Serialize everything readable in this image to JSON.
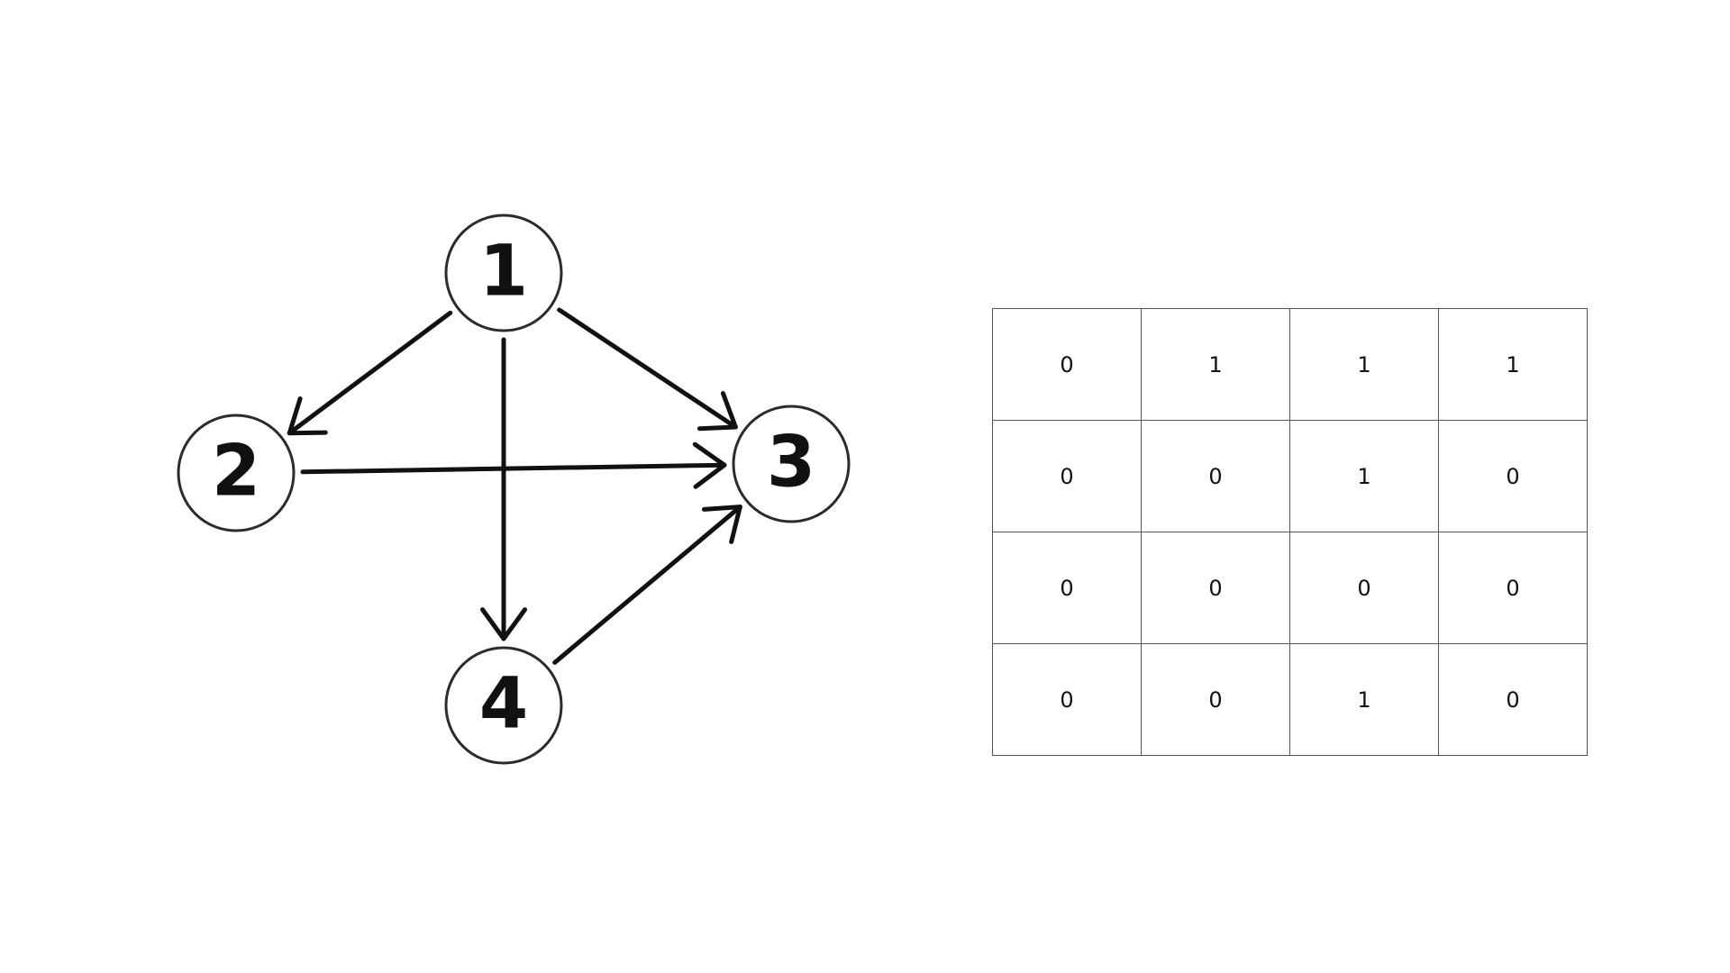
{
  "graph": {
    "nodes": [
      {
        "id": "1",
        "label": "1"
      },
      {
        "id": "2",
        "label": "2"
      },
      {
        "id": "3",
        "label": "3"
      },
      {
        "id": "4",
        "label": "4"
      }
    ],
    "edges": [
      {
        "from": "1",
        "to": "2"
      },
      {
        "from": "1",
        "to": "3"
      },
      {
        "from": "1",
        "to": "4"
      },
      {
        "from": "2",
        "to": "3"
      },
      {
        "from": "4",
        "to": "3"
      }
    ]
  },
  "matrix": {
    "rows": [
      [
        "0",
        "1",
        "1",
        "1"
      ],
      [
        "0",
        "0",
        "1",
        "0"
      ],
      [
        "0",
        "0",
        "0",
        "0"
      ],
      [
        "0",
        "0",
        "1",
        "0"
      ]
    ]
  }
}
